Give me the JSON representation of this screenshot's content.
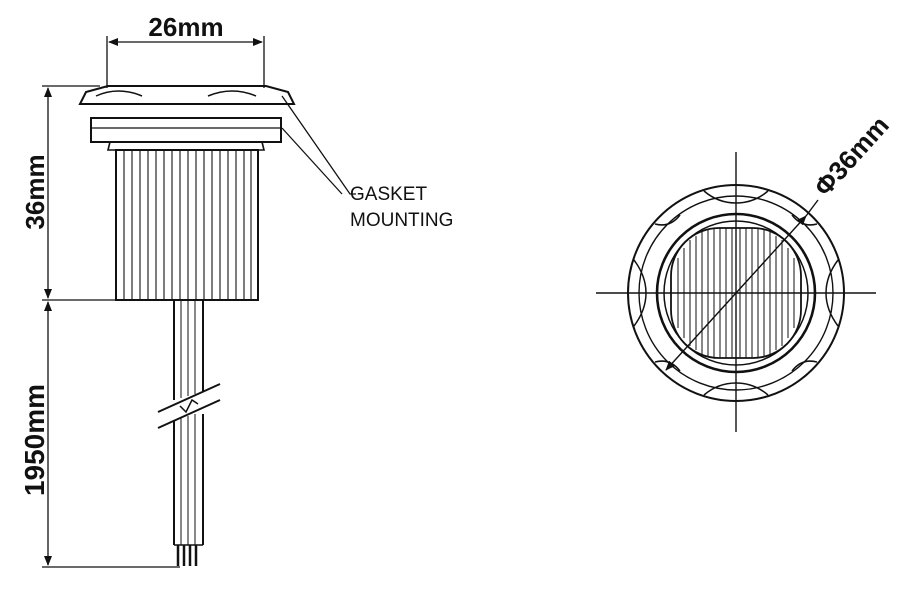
{
  "dimensions": {
    "width_label": "26mm",
    "height_label": "36mm",
    "cable_label": "1950mm",
    "diameter_label": "Φ36mm"
  },
  "callout": {
    "line1": "GASKET",
    "line2": "MOUNTING"
  }
}
